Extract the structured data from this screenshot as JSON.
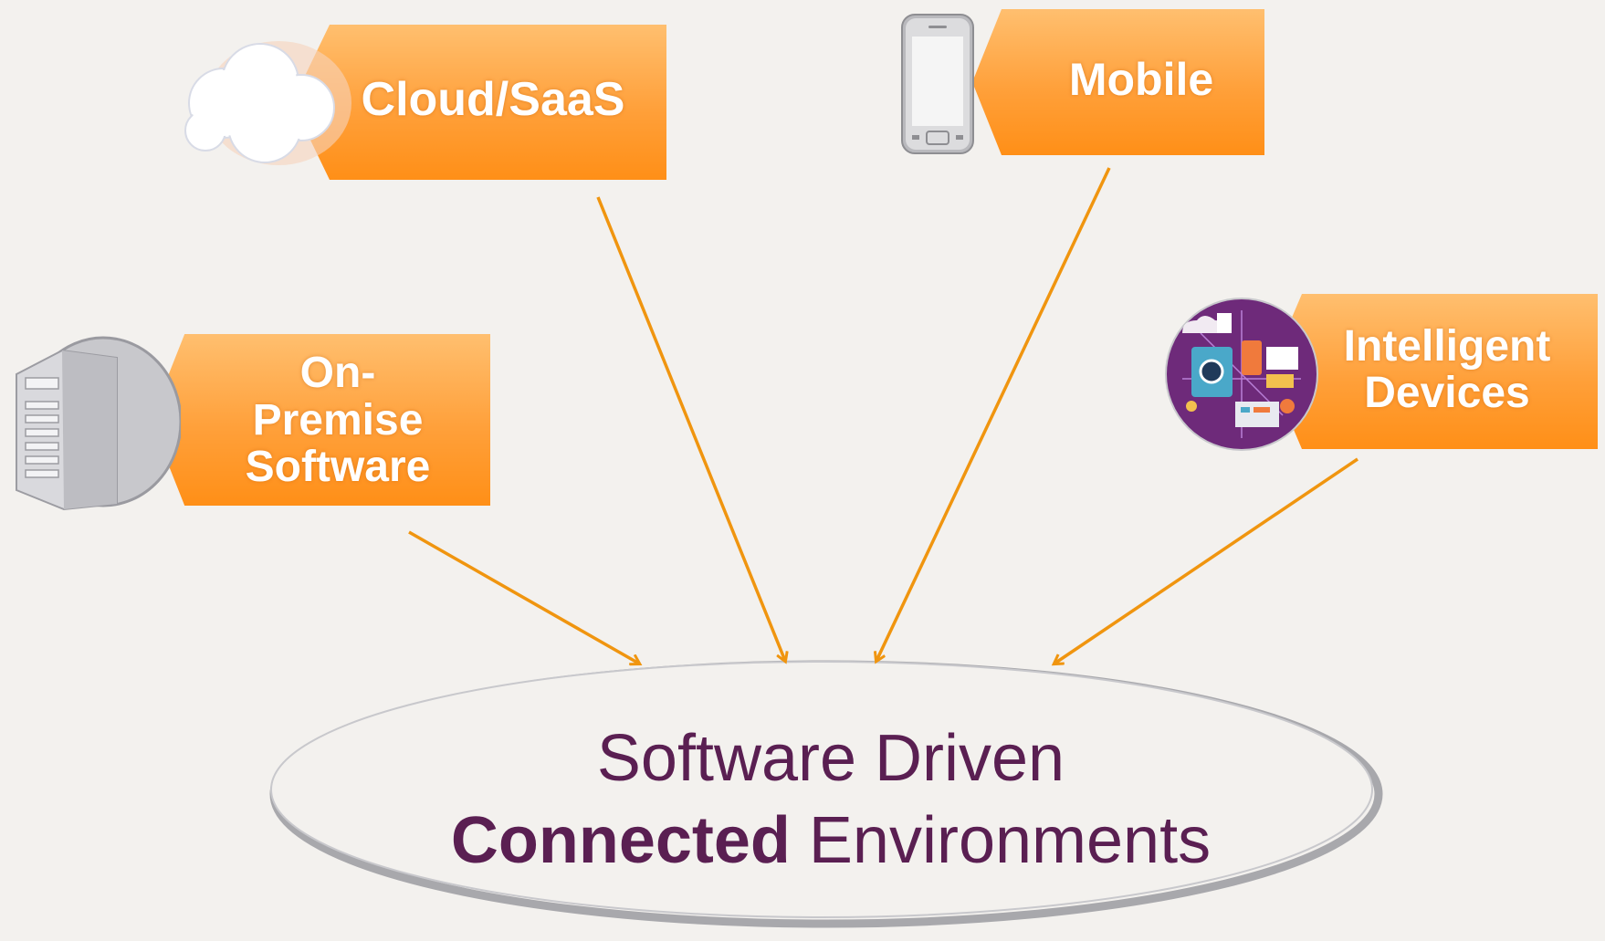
{
  "sources": [
    {
      "id": "cloud",
      "label": "Cloud/SaaS",
      "icon": "cloud-icon"
    },
    {
      "id": "mobile",
      "label": "Mobile",
      "icon": "mobile-phone-icon"
    },
    {
      "id": "onprem",
      "label_lines": [
        "On-",
        "Premise",
        "Software"
      ],
      "icon": "server-icon"
    },
    {
      "id": "intelligent",
      "label_lines": [
        "Intelligent",
        "Devices"
      ],
      "icon": "connected-devices-icon"
    }
  ],
  "center": {
    "line1": "Software Driven",
    "line2_bold": "Connected",
    "line2_rest": " Environments"
  },
  "colors": {
    "tag_orange": "#ffa03a",
    "arrow": "#f0950f",
    "center_text": "#5a1f52",
    "background": "#f3f1ee"
  }
}
